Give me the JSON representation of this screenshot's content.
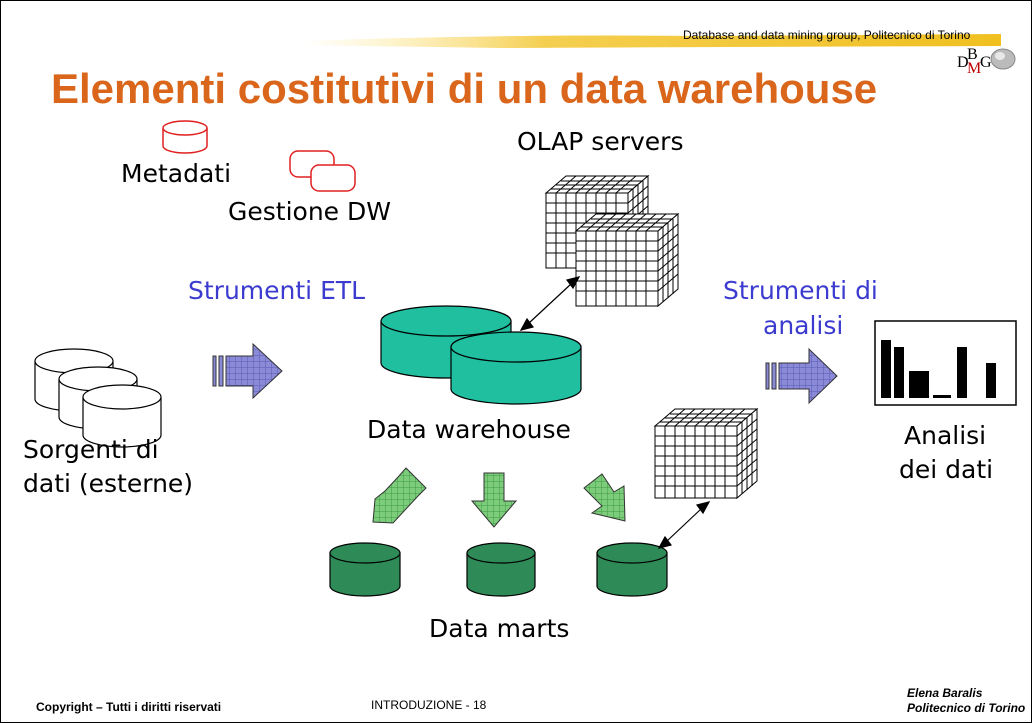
{
  "header": {
    "group_text": "Database and data mining group, Politecnico di Torino",
    "logo": {
      "letters": [
        "D",
        "B",
        "M",
        "G"
      ]
    }
  },
  "title": "Elementi costitutivi di un data warehouse",
  "labels": {
    "metadati": "Metadati",
    "gestione_dw": "Gestione DW",
    "olap_servers": "OLAP servers",
    "strumenti_etl": "Strumenti ETL",
    "strumenti_analisi_line1": "Strumenti di",
    "strumenti_analisi_line2": "analisi",
    "sorgenti_line1": "Sorgenti di",
    "sorgenti_line2": "dati (esterne)",
    "data_warehouse": "Data warehouse",
    "analisi_line1": "Analisi",
    "analisi_line2": "dei dati",
    "data_marts": "Data marts"
  },
  "footer": {
    "copyright": "Copyright – Tutti i diritti riservati",
    "page": "INTRODUZIONE - 18",
    "author_line1": "Elena Baralis",
    "author_line2": "Politecnico di Torino"
  },
  "colors": {
    "title": "#d9661a",
    "blue_text": "#3b3bd0",
    "warehouse_cylinder": "#1fbfa0",
    "datamart_cylinder": "#2e8b57",
    "metadata_outline": "#e02020",
    "arrow_blue": "#8a8ad8",
    "arrow_green": "#7ccc7c"
  },
  "icons": {
    "etl_arrow": "right-arrow-icon",
    "analysis_arrow": "right-arrow-icon",
    "datamart_arrows": "down-arrow-icon",
    "olap_cubes": "cube-grid-icon",
    "sources": "database-cylinder-icon",
    "analysis_chart": "bar-chart-icon"
  }
}
